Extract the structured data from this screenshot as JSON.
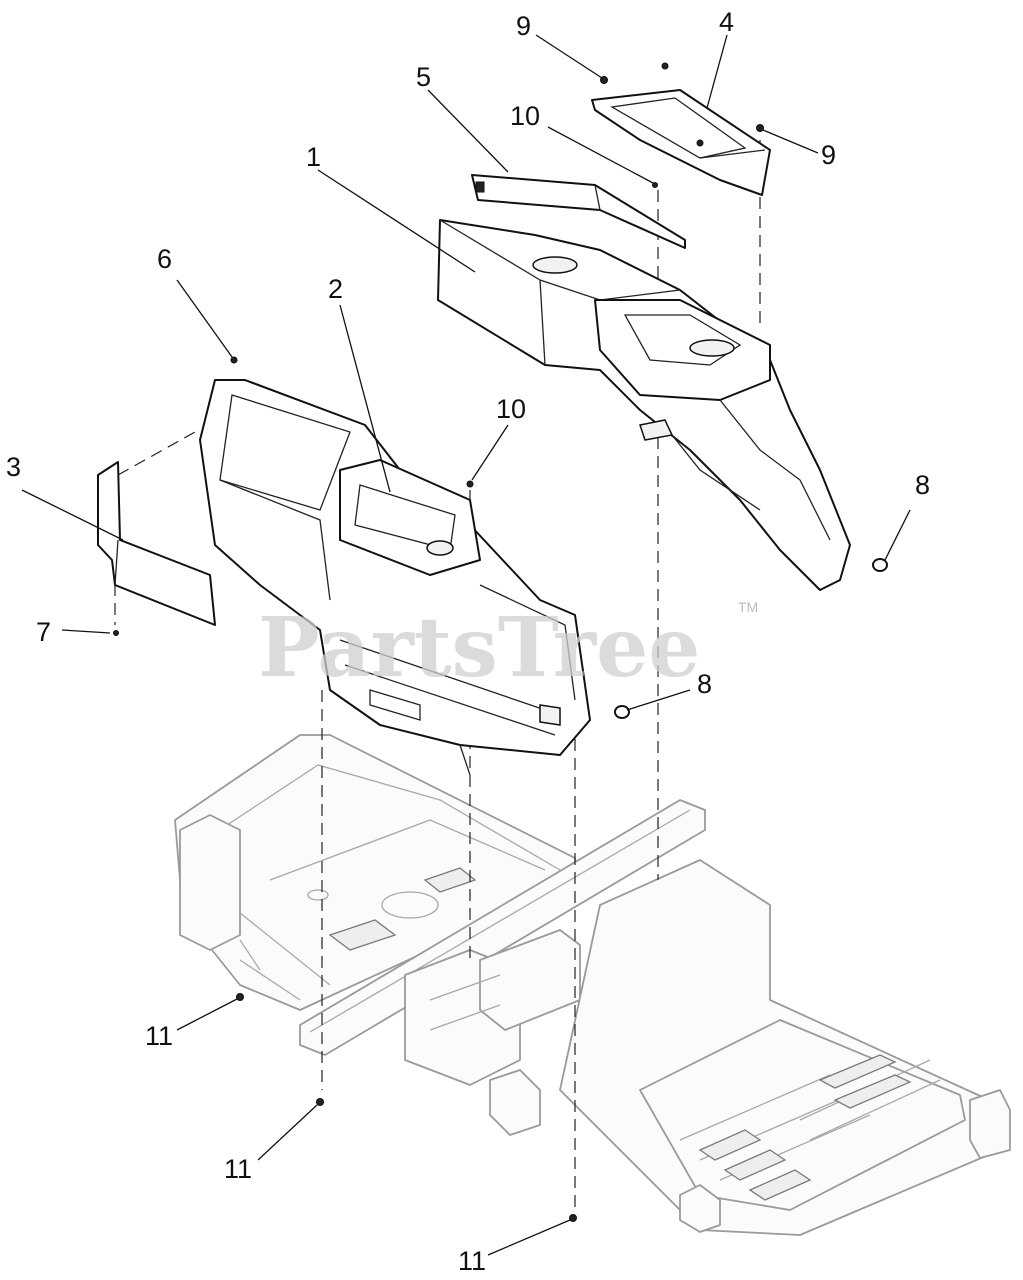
{
  "diagram": {
    "callouts": {
      "c1": "1",
      "c2": "2",
      "c3": "3",
      "c4": "4",
      "c5": "5",
      "c6": "6",
      "c7": "7",
      "c8a": "8",
      "c8b": "8",
      "c9a": "9",
      "c9b": "9",
      "c10a": "10",
      "c10b": "10",
      "c11a": "11",
      "c11b": "11",
      "c11c": "11"
    },
    "watermark": {
      "text": "PartsTree",
      "trademark": "TM"
    }
  }
}
